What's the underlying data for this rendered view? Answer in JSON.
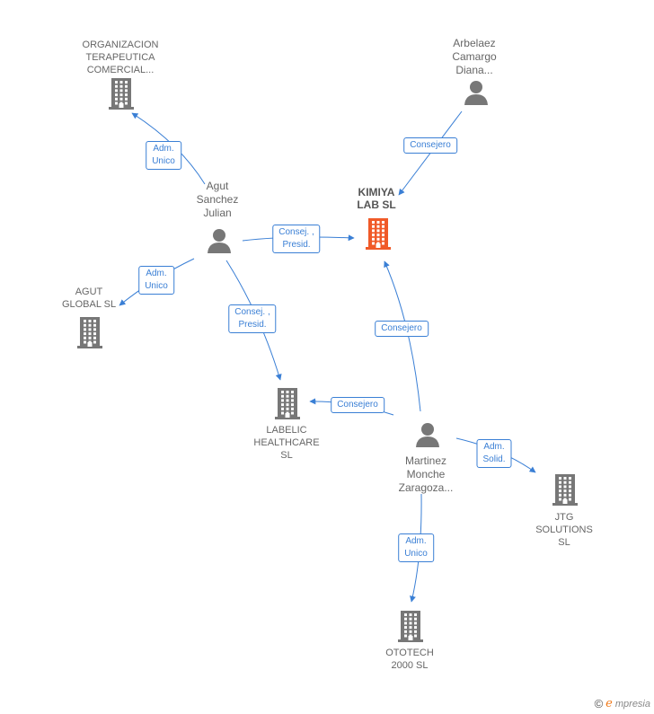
{
  "nodes": [
    {
      "id": "organizacion",
      "type": "company",
      "lines": [
        "ORGANIZACION",
        "TERAPEUTICA",
        "COMERCIAL..."
      ],
      "color": "#777777"
    },
    {
      "id": "arbelaez",
      "type": "person",
      "lines": [
        "Arbelaez",
        "Camargo",
        "Diana..."
      ],
      "color": "#777777"
    },
    {
      "id": "agut",
      "type": "person",
      "lines": [
        "Agut",
        "Sanchez",
        "Julian"
      ],
      "color": "#777777"
    },
    {
      "id": "kimiya",
      "type": "company",
      "lines": [
        "KIMIYA",
        "LAB  SL"
      ],
      "color": "#f05a28",
      "focus": true
    },
    {
      "id": "agut-global",
      "type": "company",
      "lines": [
        "AGUT",
        "GLOBAL  SL"
      ],
      "color": "#777777"
    },
    {
      "id": "labelic",
      "type": "company",
      "lines": [
        "LABELIC",
        "HEALTHCARE",
        "SL"
      ],
      "color": "#777777"
    },
    {
      "id": "martinez",
      "type": "person",
      "lines": [
        "Martinez",
        "Monche",
        "Zaragoza..."
      ],
      "color": "#777777"
    },
    {
      "id": "jtg",
      "type": "company",
      "lines": [
        "JTG",
        "SOLUTIONS",
        "SL"
      ],
      "color": "#777777"
    },
    {
      "id": "ototech",
      "type": "company",
      "lines": [
        "OTOTECH",
        "2000  SL"
      ],
      "color": "#777777"
    }
  ],
  "edges": [
    {
      "id": "agut-organizacion",
      "from": "agut",
      "to": "organizacion",
      "lines": [
        "Adm.",
        "Unico"
      ]
    },
    {
      "id": "arbelaez-kimiya",
      "from": "arbelaez",
      "to": "kimiya",
      "lines": [
        "Consejero"
      ]
    },
    {
      "id": "agut-kimiya",
      "from": "agut",
      "to": "kimiya",
      "lines": [
        "Consej. ,",
        "Presid."
      ]
    },
    {
      "id": "agut-agutglobal",
      "from": "agut",
      "to": "agut-global",
      "lines": [
        "Adm.",
        "Unico"
      ]
    },
    {
      "id": "agut-labelic",
      "from": "agut",
      "to": "labelic",
      "lines": [
        "Consej. ,",
        "Presid."
      ]
    },
    {
      "id": "martinez-kimiya",
      "from": "martinez",
      "to": "kimiya",
      "lines": [
        "Consejero"
      ]
    },
    {
      "id": "martinez-labelic",
      "from": "martinez",
      "to": "labelic",
      "lines": [
        "Consejero"
      ]
    },
    {
      "id": "martinez-jtg",
      "from": "martinez",
      "to": "jtg",
      "lines": [
        "Adm.",
        "Solid."
      ]
    },
    {
      "id": "martinez-ototech",
      "from": "martinez",
      "to": "ototech",
      "lines": [
        "Adm.",
        "Unico"
      ]
    }
  ],
  "colors": {
    "edge": "#3a7fd5",
    "icon": "#777777",
    "focus": "#f05a28"
  },
  "copyright": {
    "symbol": "©",
    "brand_initial": "e",
    "brand_rest": "mpresia"
  }
}
